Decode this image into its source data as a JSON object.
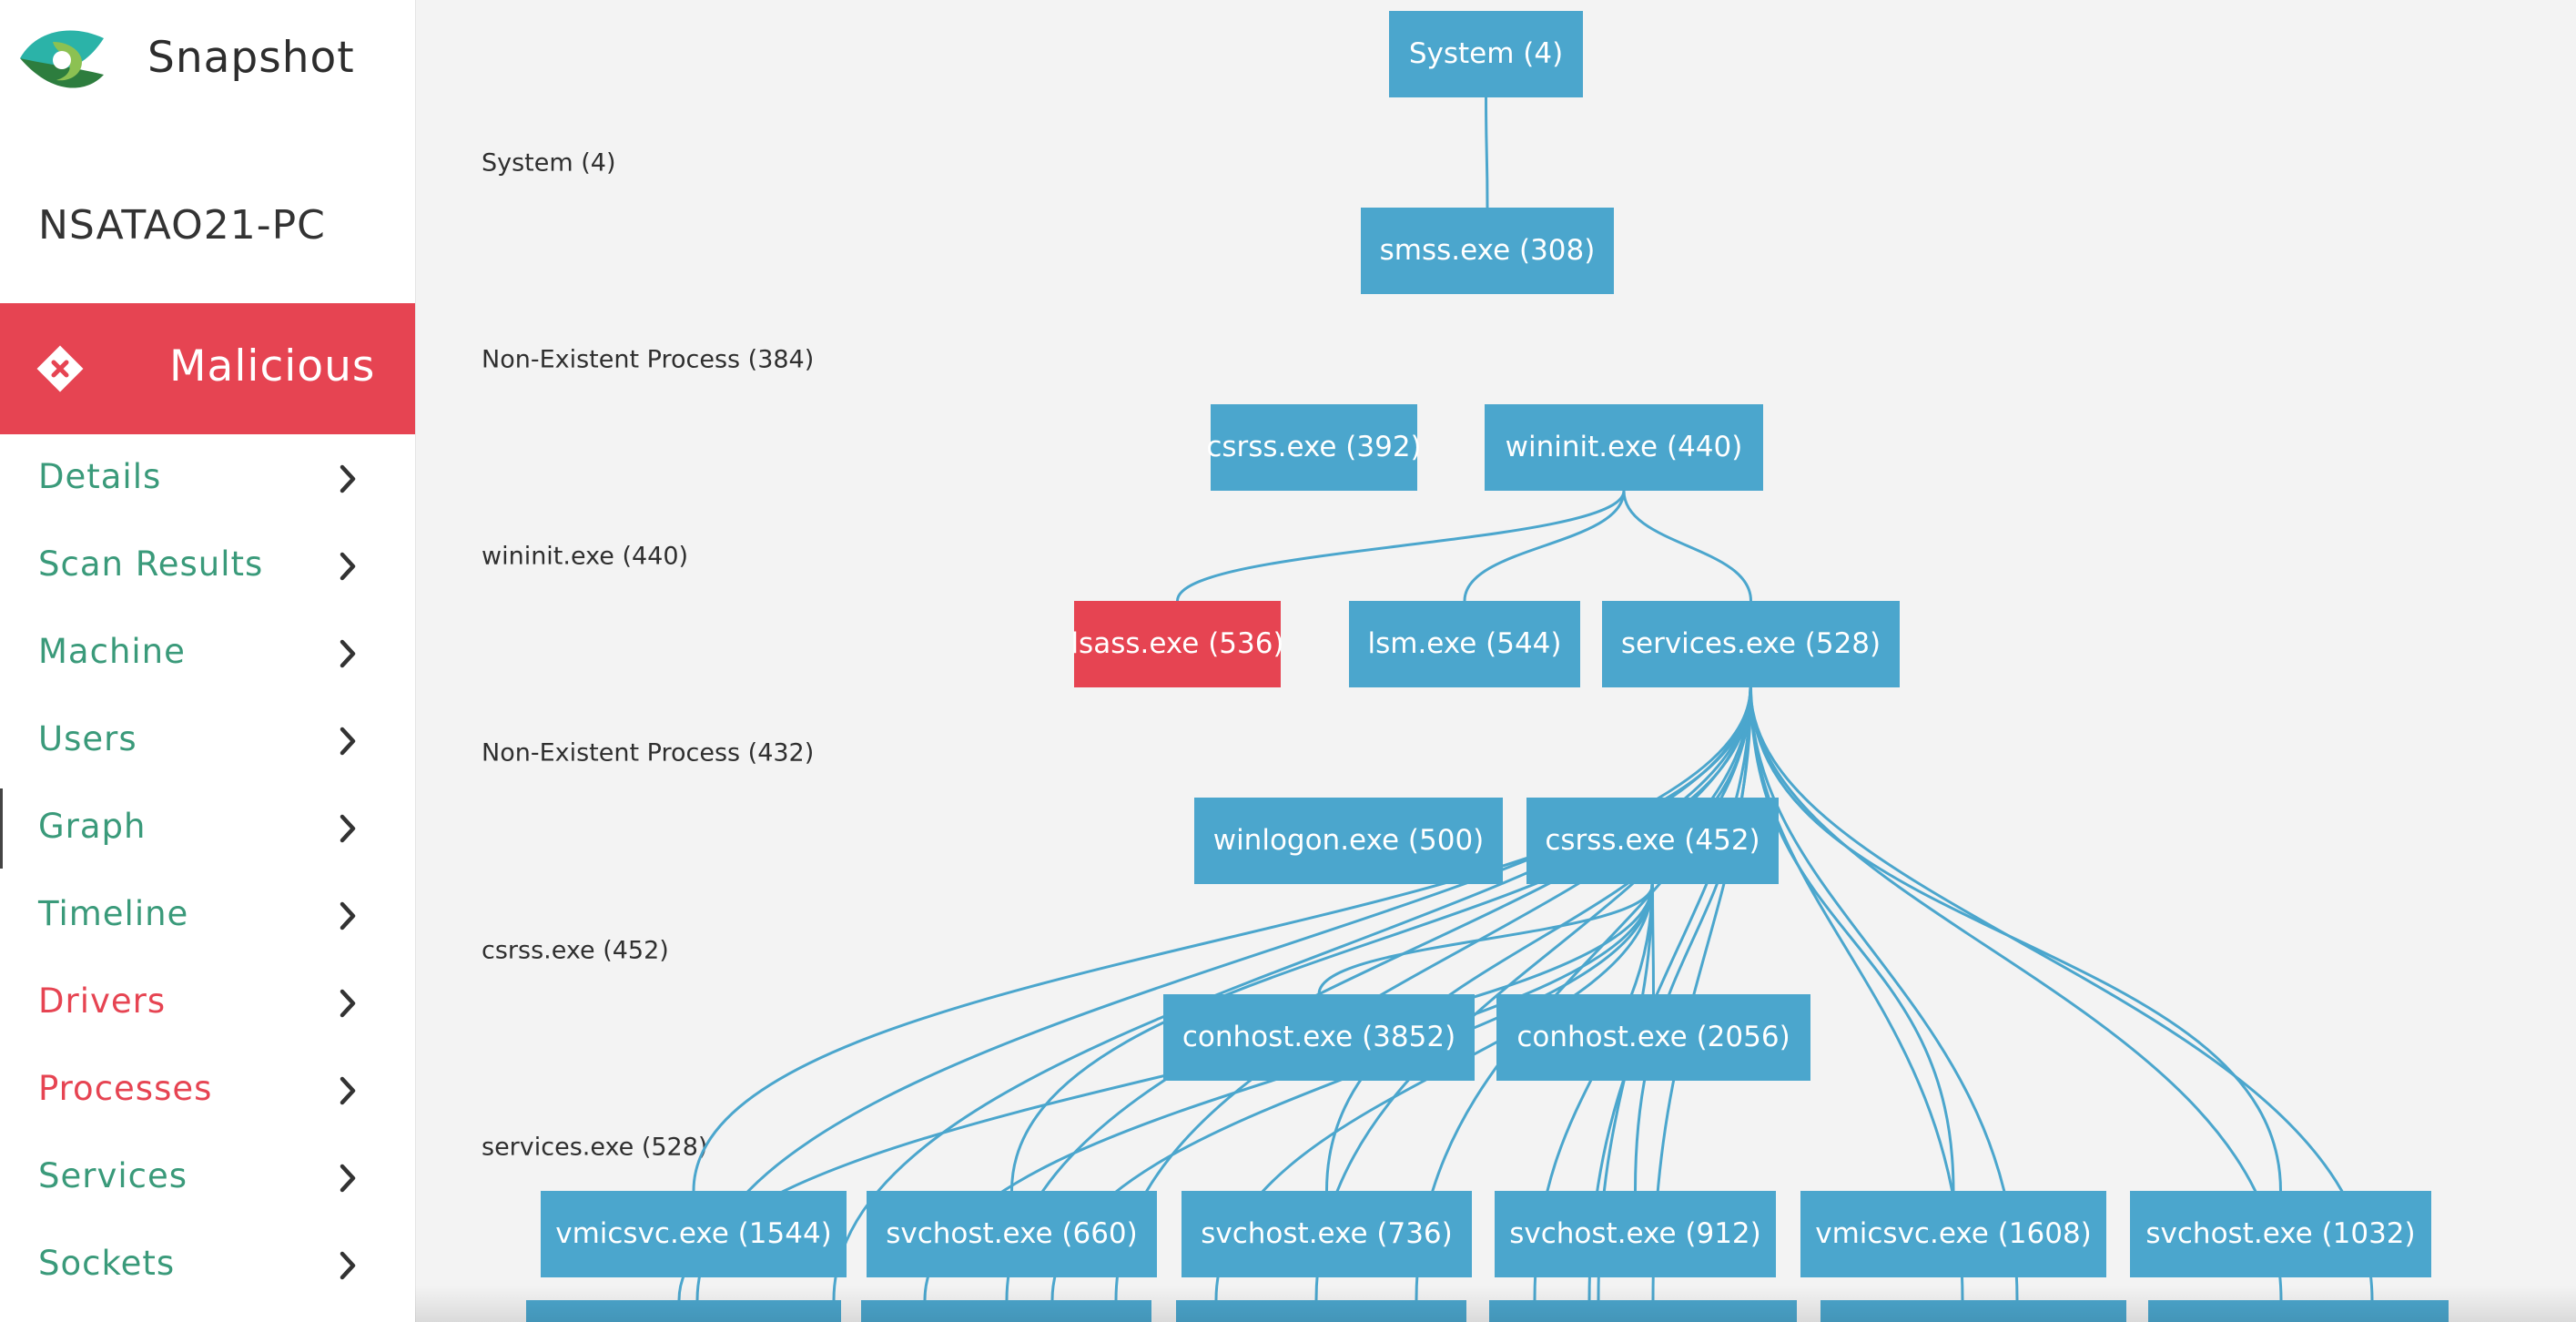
{
  "app": {
    "title": "Snapshot"
  },
  "host": {
    "name": "NSATAO21-PC"
  },
  "verdict": {
    "label": "Malicious",
    "icon": "diamond-x-icon",
    "color": "#e64452"
  },
  "colors": {
    "node": "#4ba6cd",
    "node_bad": "#e64452",
    "link": "#4ba6cd",
    "nav_ok": "#3a9a7a",
    "nav_bad": "#e64452"
  },
  "nav": [
    {
      "label": "Details",
      "status": "ok"
    },
    {
      "label": "Scan Results",
      "status": "ok"
    },
    {
      "label": "Machine",
      "status": "ok"
    },
    {
      "label": "Users",
      "status": "ok"
    },
    {
      "label": "Graph",
      "status": "ok",
      "active": true
    },
    {
      "label": "Timeline",
      "status": "ok"
    },
    {
      "label": "Drivers",
      "status": "bad"
    },
    {
      "label": "Processes",
      "status": "bad"
    },
    {
      "label": "Services",
      "status": "ok"
    },
    {
      "label": "Sockets",
      "status": "ok"
    }
  ],
  "graph": {
    "levels": [
      "System (4)",
      "Non-Existent Process (384)",
      "wininit.exe (440)",
      "Non-Existent Process (432)",
      "csrss.exe (452)",
      "services.exe (528)"
    ],
    "nodes": [
      {
        "id": "system",
        "label": "System (4)",
        "status": "ok"
      },
      {
        "id": "smss",
        "label": "smss.exe (308)",
        "status": "ok"
      },
      {
        "id": "csrss392",
        "label": "csrss.exe (392)",
        "status": "ok"
      },
      {
        "id": "wininit",
        "label": "wininit.exe (440)",
        "status": "ok"
      },
      {
        "id": "lsass",
        "label": "lsass.exe (536)",
        "status": "bad"
      },
      {
        "id": "lsm",
        "label": "lsm.exe (544)",
        "status": "ok"
      },
      {
        "id": "services",
        "label": "services.exe (528)",
        "status": "ok"
      },
      {
        "id": "winlogon",
        "label": "winlogon.exe (500)",
        "status": "ok"
      },
      {
        "id": "csrss452",
        "label": "csrss.exe (452)",
        "status": "ok"
      },
      {
        "id": "conhost3852",
        "label": "conhost.exe (3852)",
        "status": "ok"
      },
      {
        "id": "conhost2056",
        "label": "conhost.exe (2056)",
        "status": "ok"
      },
      {
        "id": "vmicsvc1544",
        "label": "vmicsvc.exe (1544)",
        "status": "ok"
      },
      {
        "id": "svchost660",
        "label": "svchost.exe (660)",
        "status": "ok"
      },
      {
        "id": "svchost736",
        "label": "svchost.exe (736)",
        "status": "ok"
      },
      {
        "id": "svchost912",
        "label": "svchost.exe (912)",
        "status": "ok"
      },
      {
        "id": "vmicsvc1608",
        "label": "vmicsvc.exe (1608)",
        "status": "ok"
      },
      {
        "id": "svchost1032",
        "label": "svchost.exe (1032)",
        "status": "ok"
      }
    ],
    "edges": [
      [
        "system",
        "smss"
      ],
      [
        "wininit",
        "lsass"
      ],
      [
        "wininit",
        "lsm"
      ],
      [
        "wininit",
        "services"
      ],
      [
        "csrss452",
        "conhost3852"
      ],
      [
        "csrss452",
        "conhost2056"
      ],
      [
        "services",
        "vmicsvc1544"
      ],
      [
        "services",
        "svchost660"
      ],
      [
        "services",
        "svchost736"
      ],
      [
        "services",
        "svchost912"
      ],
      [
        "services",
        "vmicsvc1608"
      ],
      [
        "services",
        "svchost1032"
      ]
    ]
  }
}
